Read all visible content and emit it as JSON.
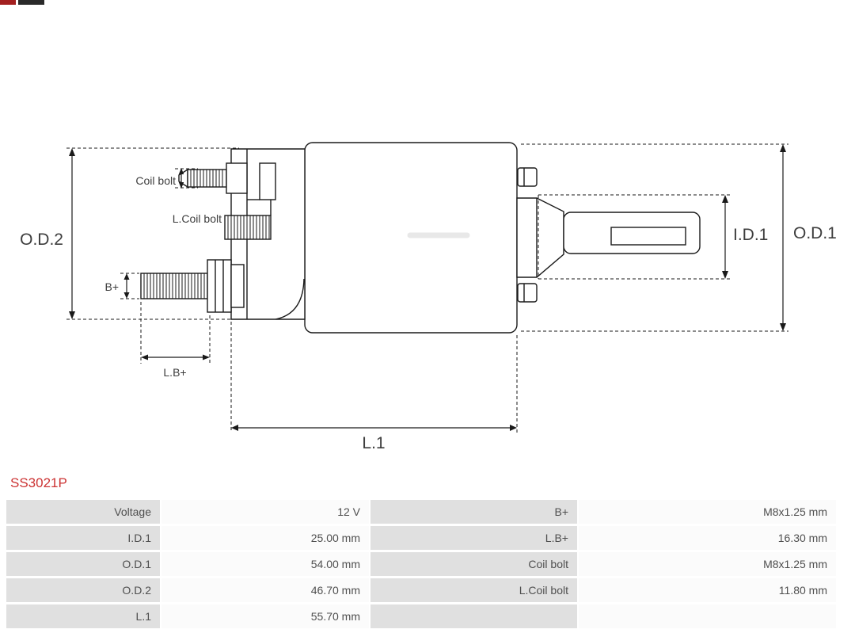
{
  "part_number": "SS3021P",
  "colors": {
    "accent": "#cc3333",
    "table_label_bg": "#e0e0e0",
    "table_value_bg": "#fbfbfb",
    "table_text": "#4f4f4f",
    "diagram_line": "#1a1a1a",
    "diagram_label": "#3d3d3d"
  },
  "diagram": {
    "labels": {
      "od2": "O.D.2",
      "od1": "O.D.1",
      "id1": "I.D.1",
      "coil_bolt": "Coil bolt",
      "l_coil_bolt": "L.Coil bolt",
      "b_plus": "B+",
      "l_b_plus": "L.B+",
      "l1": "L.1"
    }
  },
  "table": {
    "rows": [
      {
        "c1": "Voltage",
        "c2": "12 V",
        "c3": "B+",
        "c4": "M8x1.25 mm"
      },
      {
        "c1": "I.D.1",
        "c2": "25.00 mm",
        "c3": "L.B+",
        "c4": "16.30 mm"
      },
      {
        "c1": "O.D.1",
        "c2": "54.00 mm",
        "c3": "Coil bolt",
        "c4": "M8x1.25 mm"
      },
      {
        "c1": "O.D.2",
        "c2": "46.70 mm",
        "c3": "L.Coil bolt",
        "c4": "11.80 mm"
      },
      {
        "c1": "L.1",
        "c2": "55.70 mm",
        "c3": "",
        "c4": ""
      }
    ]
  }
}
